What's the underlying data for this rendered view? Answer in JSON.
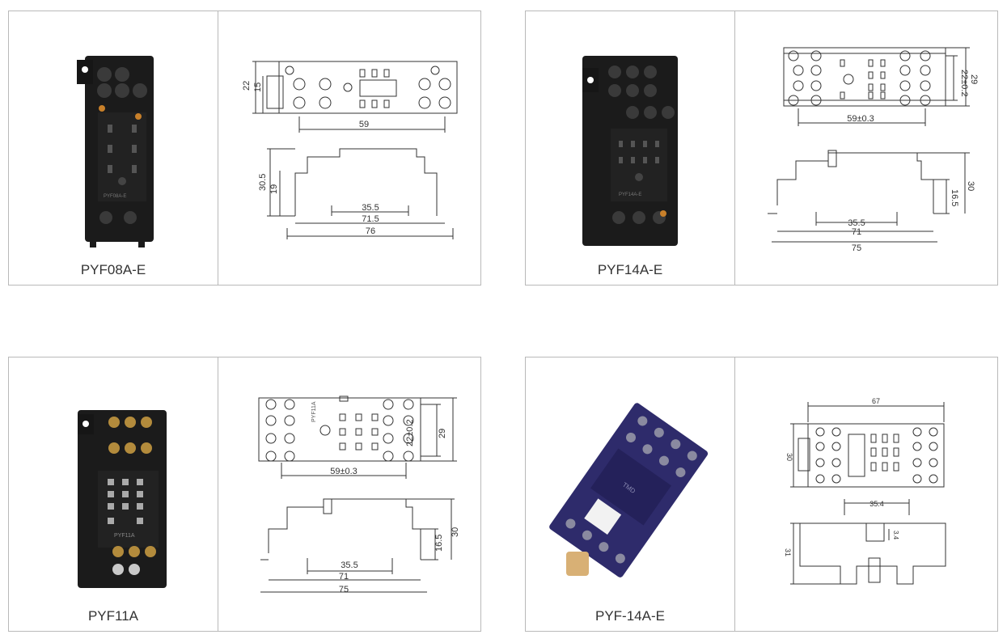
{
  "products": [
    {
      "model": "PYF08A-E",
      "socket_label": "PYF08A-E",
      "dims": {
        "h1": "22",
        "h2": "15",
        "w_top": "59",
        "h_side_total": "30.5",
        "h_side": "19",
        "w_inner": "35.5",
        "w_mid": "71.5",
        "w_total": "76"
      }
    },
    {
      "model": "PYF14A-E",
      "socket_label": "PYF14A-E",
      "dims": {
        "h1": "22±0.2",
        "h2": "29",
        "w_top": "59±0.3",
        "h_side_total": "30",
        "h_side": "16.5",
        "w_inner": "35.5",
        "w_mid": "71",
        "w_total": "75"
      }
    },
    {
      "model": "PYF11A",
      "socket_label": "PYF11A",
      "dims": {
        "h1": "22±0.2",
        "h2": "29",
        "w_top": "59±0.3",
        "h_side_total": "30",
        "h_side": "16.5",
        "w_inner": "35.5",
        "w_mid": "71",
        "w_total": "75"
      }
    },
    {
      "model": "PYF-14A-E",
      "socket_label": "TMD",
      "dims": {
        "w_top": "67",
        "h1": "30",
        "w_inner": "35.4",
        "h_small": "3.4",
        "h_side_total": "31"
      }
    }
  ]
}
